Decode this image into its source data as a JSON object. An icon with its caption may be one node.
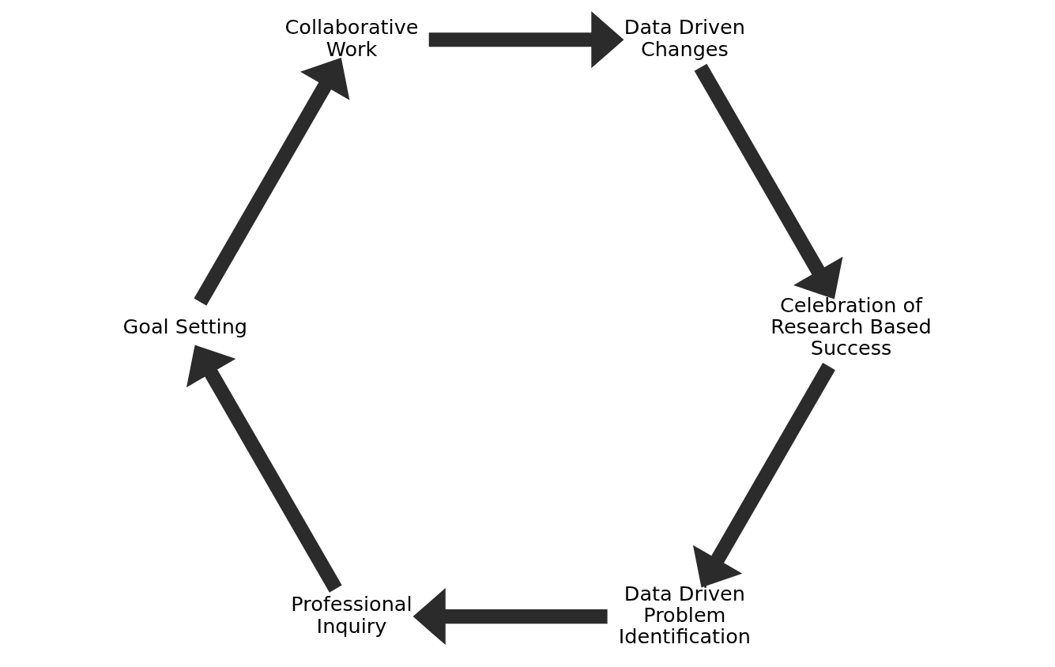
{
  "diagram": {
    "nodes": [
      {
        "text": [
          "Data Driven Problem Identification"
        ]
      },
      {
        "text": [
          "Professional Inquiry"
        ]
      },
      {
        "text": [
          "Goal Setting"
        ]
      },
      {
        "text": [
          "Collaborative Work"
        ]
      },
      {
        "text": [
          "Data Driven Changes"
        ]
      },
      {
        "text": [
          "Celebration of Research Based Success"
        ]
      }
    ],
    "edges": [
      {
        "from": 0,
        "to": 1,
        "arrow": "to"
      },
      {
        "from": 1,
        "to": 2,
        "arrow": "to"
      },
      {
        "from": 2,
        "to": 3,
        "arrow": "to"
      },
      {
        "from": 3,
        "to": 4,
        "arrow": "to"
      },
      {
        "from": 4,
        "to": 5,
        "arrow": "to"
      },
      {
        "from": 5,
        "to": 0,
        "arrow": "to"
      }
    ]
  }
}
